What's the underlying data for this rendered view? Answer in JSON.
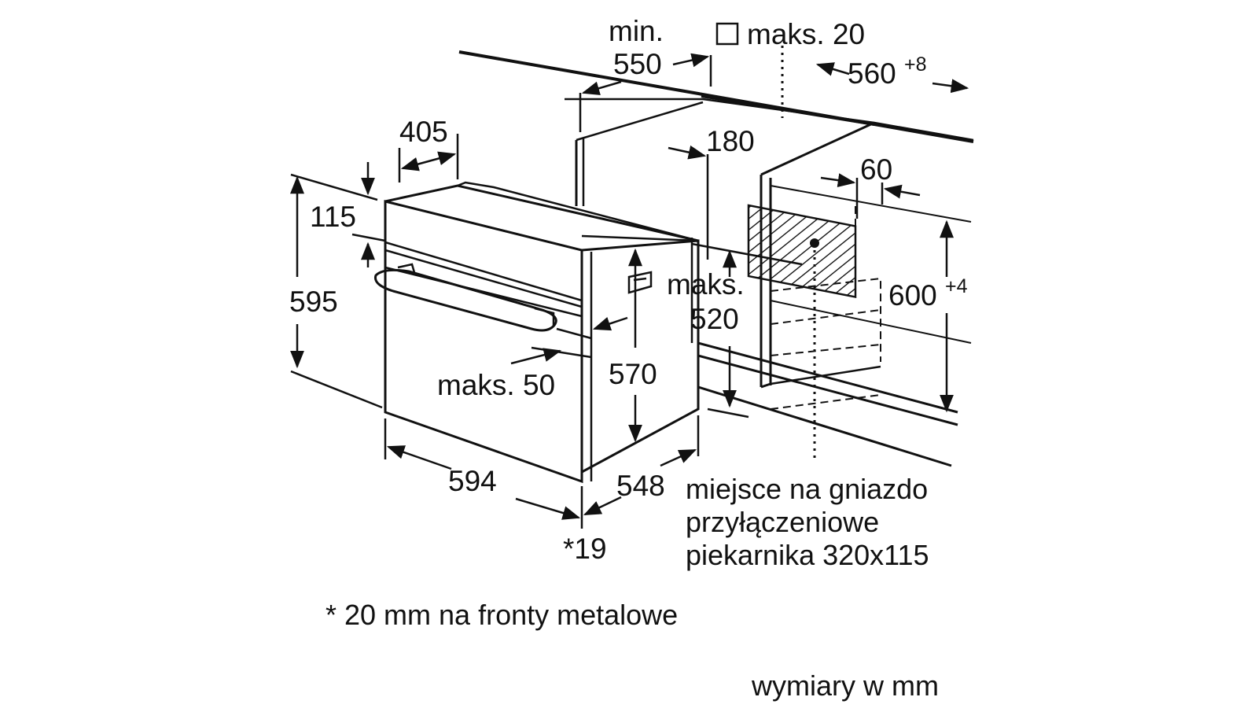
{
  "dimensions": {
    "min_label": "min.",
    "min_value": "550",
    "maks20": "maks. 20",
    "d560": "560",
    "d560_tol": "+8",
    "d405": "405",
    "d180": "180",
    "d60": "60",
    "d115": "115",
    "d595": "595",
    "maks_label": "maks.",
    "d520": "520",
    "d600": "600",
    "d600_tol": "+4",
    "maks50": "maks. 50",
    "d570": "570",
    "d594": "594",
    "d548": "548",
    "d19": "*19"
  },
  "socket_note": {
    "line1": "miejsce na gniazdo",
    "line2": "przyłączeniowe",
    "line3": "piekarnika 320x115"
  },
  "footnote": "* 20 mm na fronty metalowe",
  "units_note": "wymiary w mm",
  "colors": {
    "line": "#111111",
    "background": "#ffffff"
  }
}
